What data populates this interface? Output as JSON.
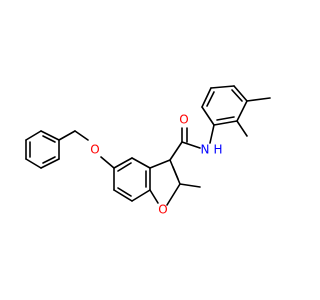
{
  "molecule": {
    "atoms": {
      "amide_O": {
        "label": "O",
        "color": "#ff0000"
      },
      "amide_N": {
        "label": "N",
        "color": "#0000ff"
      },
      "amide_H": {
        "label": "H",
        "color": "#0000ff"
      },
      "ether_O": {
        "label": "O",
        "color": "#ff0000"
      },
      "furan_O": {
        "label": "O",
        "color": "#ff0000"
      }
    }
  }
}
